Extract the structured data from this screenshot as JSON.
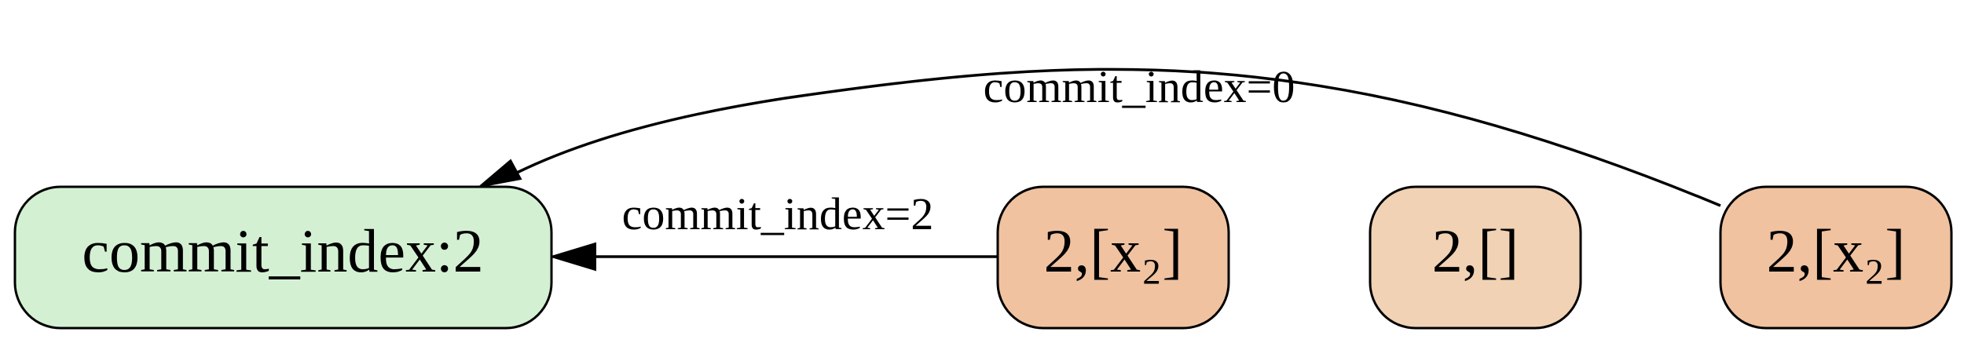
{
  "diagram": {
    "type": "directed-graph",
    "nodes": [
      {
        "id": "leader",
        "label": "commit_index:2",
        "fill": "#d3f0d3"
      },
      {
        "id": "follower_1",
        "label": "2,[x₂]",
        "fill": "#f0c2a0"
      },
      {
        "id": "follower_2",
        "label": "2,[]",
        "fill": "#f2d2b4"
      },
      {
        "id": "follower_3",
        "label": "2,[x₂]",
        "fill": "#f0c2a0"
      }
    ],
    "edges": [
      {
        "from": "follower_1",
        "to": "leader",
        "label": "commit_index=2"
      },
      {
        "from": "follower_3",
        "to": "leader",
        "label": "commit_index=0"
      }
    ]
  }
}
